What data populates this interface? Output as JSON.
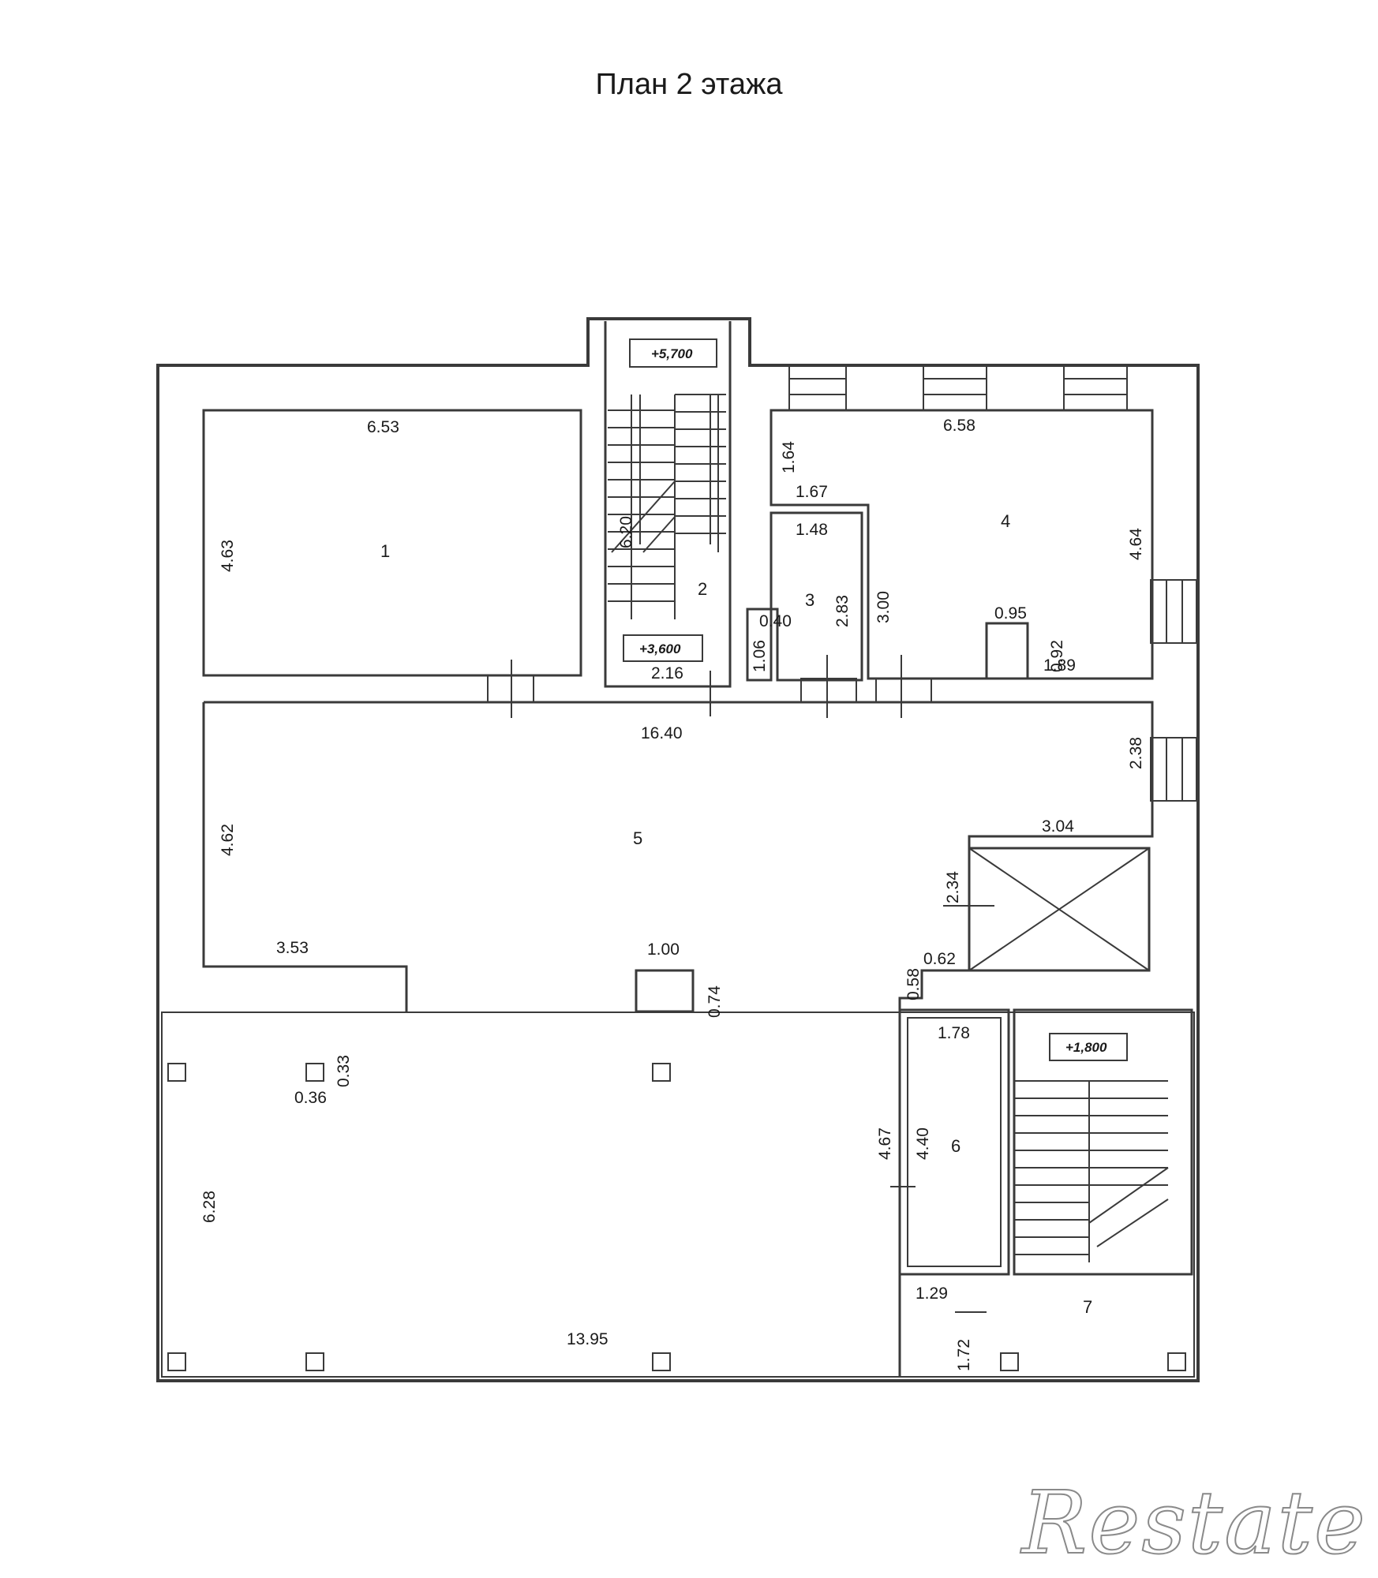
{
  "title": "План 2 этажа",
  "rooms": [
    {
      "id": "room-1",
      "number": "1"
    },
    {
      "id": "room-2",
      "number": "2"
    },
    {
      "id": "room-3",
      "number": "3"
    },
    {
      "id": "room-4",
      "number": "4"
    },
    {
      "id": "room-5",
      "number": "5"
    },
    {
      "id": "room-6",
      "number": "6"
    },
    {
      "id": "room-7",
      "number": "7"
    }
  ],
  "elevation_marks": [
    "+5,700",
    "+3,600",
    "+1,800"
  ],
  "dimensions": {
    "r1_width": "6.53",
    "r1_height": "4.63",
    "stair_run": "6.20",
    "r2_width": "2.16",
    "r3_top": "1.48",
    "r3_height": "2.83",
    "r3_notch_w": "0.40",
    "r3_notch_h": "1.06",
    "corr_h": "1.64",
    "corr_w": "1.67",
    "r4_left_h": "3.00",
    "r4_width": "6.58",
    "r4_height": "4.64",
    "box_w": "0.95",
    "box_h": "0.92",
    "r4_bottom": "1.89",
    "r5_width": "16.40",
    "r5_left_h": "4.62",
    "r5_right_h": "2.38",
    "shaft_w": "3.04",
    "shaft_h": "2.34",
    "step_w": "0.62",
    "step_h": "0.58",
    "wall_ext": "3.53",
    "col_w": "1.00",
    "col_h": "0.74",
    "small_col_h": "0.33",
    "small_col_w": "0.36",
    "r5_lower_h": "6.28",
    "r5_bottom": "13.95",
    "r6_top": "1.78",
    "r6_inner_h": "4.40",
    "r6_outer_h": "4.67",
    "r6_bottom": "1.29",
    "r7_h": "1.72"
  },
  "watermark": "Restate"
}
